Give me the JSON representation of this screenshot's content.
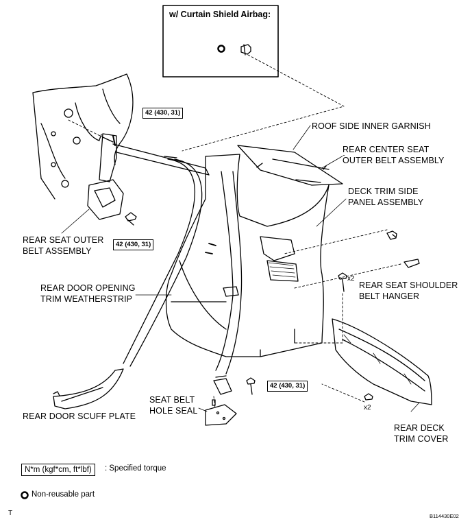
{
  "inset": {
    "title": "w/ Curtain Shield Airbag:"
  },
  "labels": {
    "roof_garnish": "ROOF SIDE INNER GARNISH",
    "center_belt_1": "REAR CENTER SEAT",
    "center_belt_2": "OUTER BELT ASSEMBLY",
    "deck_side_1": "DECK TRIM SIDE",
    "deck_side_2": "PANEL ASSEMBLY",
    "outer_belt_1": "REAR SEAT OUTER",
    "outer_belt_2": "BELT ASSEMBLY",
    "weatherstrip_1": "REAR DOOR OPENING",
    "weatherstrip_2": "TRIM WEATHERSTRIP",
    "shoulder_hanger_1": "REAR SEAT SHOULDER",
    "shoulder_hanger_2": "BELT HANGER",
    "hole_seal_1": "SEAT BELT",
    "hole_seal_2": "HOLE SEAL",
    "scuff_plate": "REAR DOOR SCUFF PLATE",
    "deck_cover_1": "REAR DECK",
    "deck_cover_2": "TRIM COVER"
  },
  "torques": {
    "upper": "42 (430, 31)",
    "middle": "42 (430, 31)",
    "lower": "42 (430, 31)"
  },
  "quantities": {
    "hanger_bolts": "x2",
    "deck_clips": "x2"
  },
  "legend": {
    "torque_box": "N*m (kgf*cm, ft*lbf)",
    "torque_desc": ": Specified torque",
    "nonreusable": "Non-reusable part"
  },
  "footer": {
    "left_mark": "T",
    "figure_id": "B114430E02"
  }
}
